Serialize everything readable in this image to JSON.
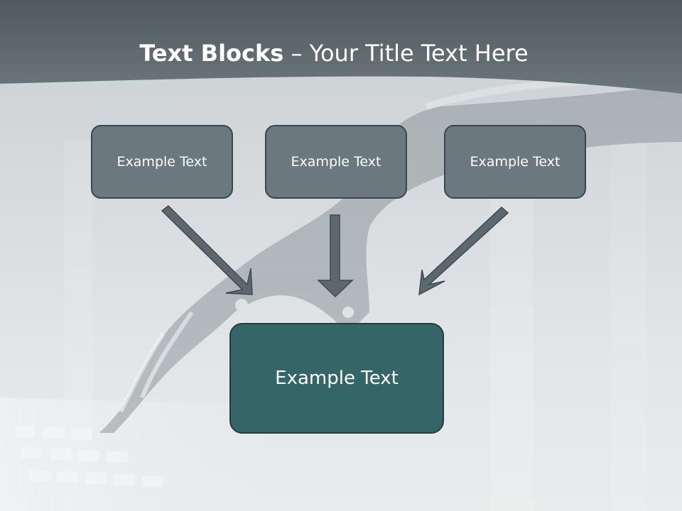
{
  "title": {
    "bold": "Text Blocks",
    "separator": " – ",
    "rest": "Your Title Text Here"
  },
  "boxes": [
    {
      "label": "Example Text"
    },
    {
      "label": "Example Text"
    },
    {
      "label": "Example Text"
    }
  ],
  "center_box": {
    "label": "Example Text"
  },
  "colors": {
    "header": "#5f6a70",
    "box_fill": "#6c7880",
    "center_fill": "#346667",
    "arrow": "#5d676e"
  }
}
